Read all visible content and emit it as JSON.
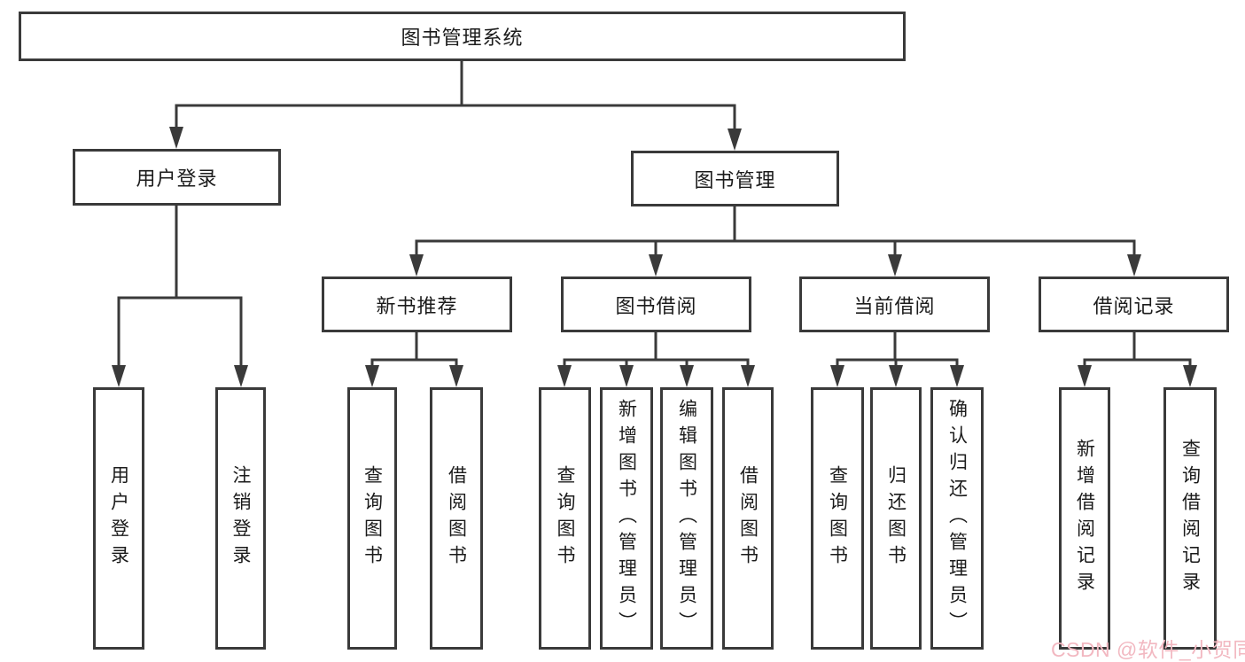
{
  "diagram_title": "图书管理系统",
  "colors": {
    "line": "#3a3a3a",
    "text": "#1b1b1b",
    "watermark": "#f2b8c1"
  },
  "nodes": {
    "root": {
      "label": "图书管理系统"
    },
    "user_login": {
      "label": "用户登录"
    },
    "book_mgmt": {
      "label": "图书管理"
    },
    "new_book_rec": {
      "label": "新书推荐"
    },
    "book_borrow": {
      "label": "图书借阅"
    },
    "current_borrow": {
      "label": "当前借阅"
    },
    "borrow_records": {
      "label": "借阅记录"
    },
    "leaf_user_login": {
      "label": "用户登录"
    },
    "leaf_logout": {
      "label": "注销登录"
    },
    "leaf_nbr_query": {
      "label": "查询图书"
    },
    "leaf_nbr_borrow": {
      "label": "借阅图书"
    },
    "leaf_bb_query": {
      "label": "查询图书"
    },
    "leaf_bb_add": {
      "label": "新增图书（管理员）"
    },
    "leaf_bb_edit": {
      "label": "编辑图书（管理员）"
    },
    "leaf_bb_borrow": {
      "label": "借阅图书"
    },
    "leaf_cb_query": {
      "label": "查询图书"
    },
    "leaf_cb_return": {
      "label": "归还图书"
    },
    "leaf_cb_confirm": {
      "label": "确认归还（管理员）"
    },
    "leaf_br_add_record": {
      "label": "新增借阅记录"
    },
    "leaf_br_query_record": {
      "label": "查询借阅记录"
    }
  },
  "watermark": {
    "text": "CSDN @软件_小贺同学"
  }
}
